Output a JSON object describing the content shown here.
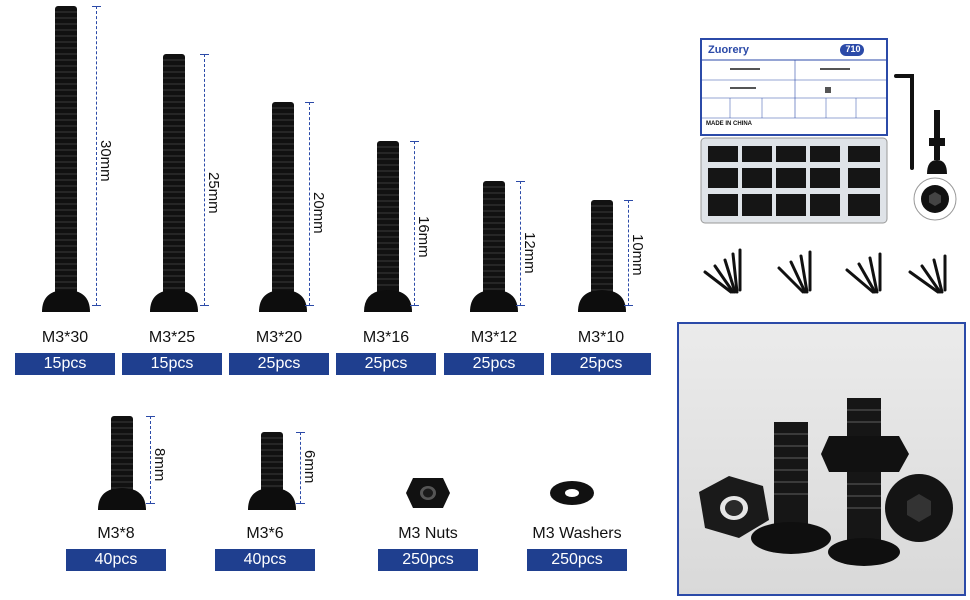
{
  "items": [
    {
      "size": "M3*30",
      "length": "30mm",
      "qty": "15pcs"
    },
    {
      "size": "M3*25",
      "length": "25mm",
      "qty": "15pcs"
    },
    {
      "size": "M3*20",
      "length": "20mm",
      "qty": "25pcs"
    },
    {
      "size": "M3*16",
      "length": "16mm",
      "qty": "25pcs"
    },
    {
      "size": "M3*12",
      "length": "12mm",
      "qty": "25pcs"
    },
    {
      "size": "M3*10",
      "length": "10mm",
      "qty": "25pcs"
    },
    {
      "size": "M3*8",
      "length": "8mm",
      "qty": "40pcs"
    },
    {
      "size": "M3*6",
      "length": "6mm",
      "qty": "40pcs"
    },
    {
      "size": "M3 Nuts",
      "qty": "250pcs"
    },
    {
      "size": "M3 Washers",
      "qty": "250pcs"
    }
  ],
  "kit": {
    "brand": "Zuorery",
    "count": "710",
    "made_in": "MADE IN CHINA"
  },
  "colors": {
    "badge": "#1f3f8f",
    "accent": "#2b4aa8"
  }
}
